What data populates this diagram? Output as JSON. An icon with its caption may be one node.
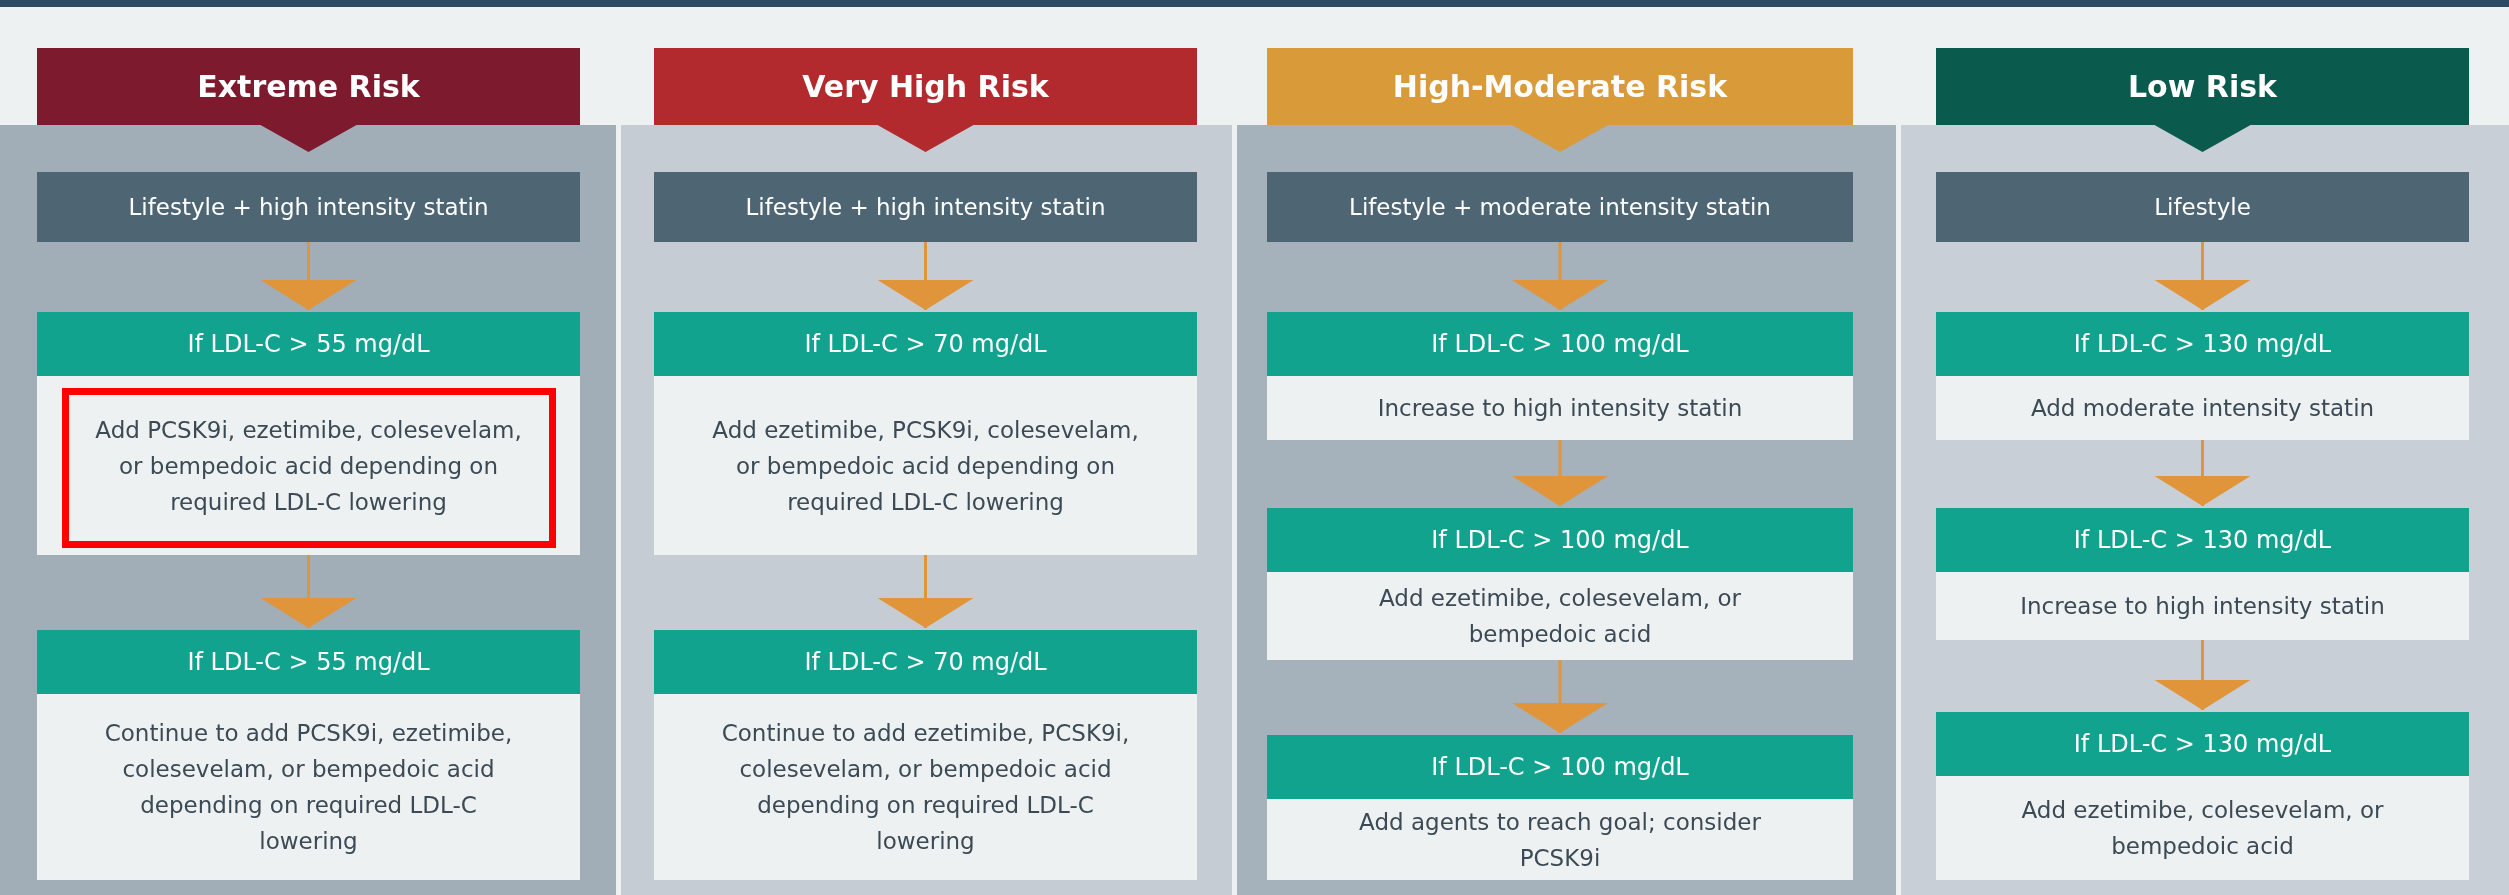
{
  "diagram": {
    "nodes": [
      {
        "text": [
          "Extreme Risk"
        ]
      },
      {
        "text": [
          "Lifestyle + high intensity statin"
        ]
      },
      {
        "text": [
          "If LDL-C > 55 mg/dL",
          "Add PCSK9i, ezetimibe, colesevelam, or bempedoic acid depending on required LDL-C lowering"
        ]
      },
      {
        "text": [
          "If LDL-C > 55 mg/dL",
          "Continue to add PCSK9i, ezetimibe, colesevelam, or bempedoic acid depending on required LDL-C lowering"
        ]
      },
      {
        "text": [
          "Very High Risk"
        ]
      },
      {
        "text": [
          "Lifestyle + high intensity statin"
        ]
      },
      {
        "text": [
          "If LDL-C > 70 mg/dL",
          "Add ezetimibe, PCSK9i, colesevelam, or bempedoic acid depending on required LDL-C lowering"
        ]
      },
      {
        "text": [
          "If LDL-C > 70 mg/dL",
          "Continue to add ezetimibe, PCSK9i, colesevelam, or bempedoic acid depending on required LDL-C lowering"
        ]
      },
      {
        "text": [
          "High-Moderate Risk"
        ]
      },
      {
        "text": [
          "Lifestyle + moderate intensity statin"
        ]
      },
      {
        "text": [
          "If LDL-C > 100 mg/dL",
          "Increase to high intensity statin"
        ]
      },
      {
        "text": [
          "If LDL-C > 100 mg/dL",
          "Add ezetimibe, colesevelam, or bempedoic acid"
        ]
      },
      {
        "text": [
          "If LDL-C > 100 mg/dL",
          "Add agents to reach goal; consider PCSK9i"
        ]
      },
      {
        "text": [
          "Low Risk"
        ]
      },
      {
        "text": [
          "Lifestyle"
        ]
      },
      {
        "text": [
          "If LDL-C > 130 mg/dL",
          "Add moderate intensity statin"
        ]
      },
      {
        "text": [
          "If LDL-C > 130 mg/dL",
          "Increase to high intensity statin"
        ]
      },
      {
        "text": [
          "If LDL-C > 130 mg/dL",
          "Add ezetimibe, colesevelam, or bempedoic acid"
        ]
      }
    ],
    "edges": [
      {
        "from": 1,
        "to": 2,
        "arrow": "to"
      },
      {
        "from": 2,
        "to": 3,
        "arrow": "to"
      },
      {
        "from": 5,
        "to": 6,
        "arrow": "to"
      },
      {
        "from": 6,
        "to": 7,
        "arrow": "to"
      },
      {
        "from": 9,
        "to": 10,
        "arrow": "to"
      },
      {
        "from": 10,
        "to": 11,
        "arrow": "to"
      },
      {
        "from": 11,
        "to": 12,
        "arrow": "to"
      },
      {
        "from": 14,
        "to": 15,
        "arrow": "to"
      },
      {
        "from": 15,
        "to": 16,
        "arrow": "to"
      },
      {
        "from": 16,
        "to": 17,
        "arrow": "to"
      }
    ]
  }
}
